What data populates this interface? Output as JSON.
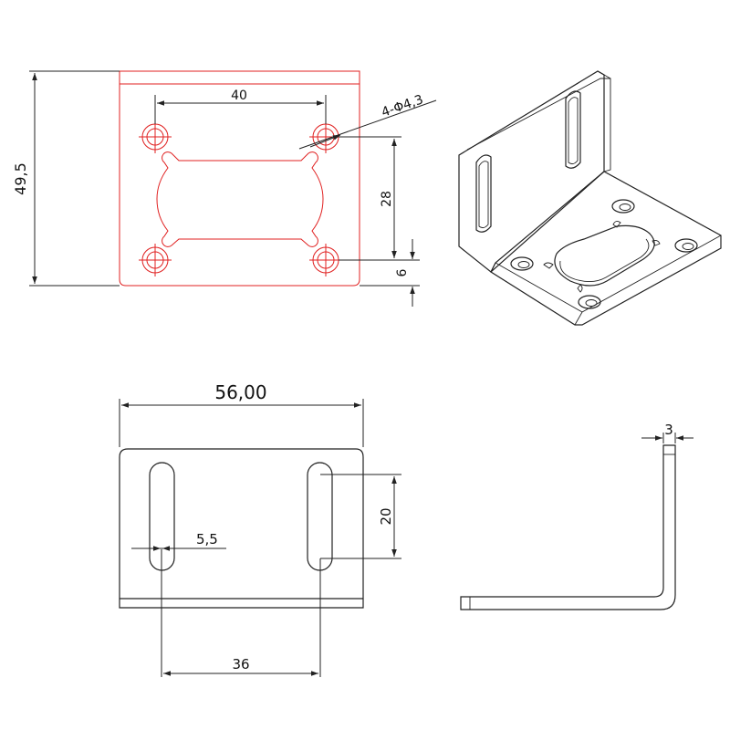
{
  "top_view": {
    "hole_pitch": "40",
    "hole_spec": "4-Φ4,3",
    "total_height": "49,5",
    "vertical_pitch": "28",
    "edge_offset": "6"
  },
  "front_view": {
    "total_width": "56,00",
    "slot_width": "5,5",
    "slot_length": "20",
    "slot_pitch": "36"
  },
  "side_view": {
    "thickness": "3"
  },
  "colors": {
    "top_view_outline": "#e02020",
    "lines": "#222222"
  }
}
